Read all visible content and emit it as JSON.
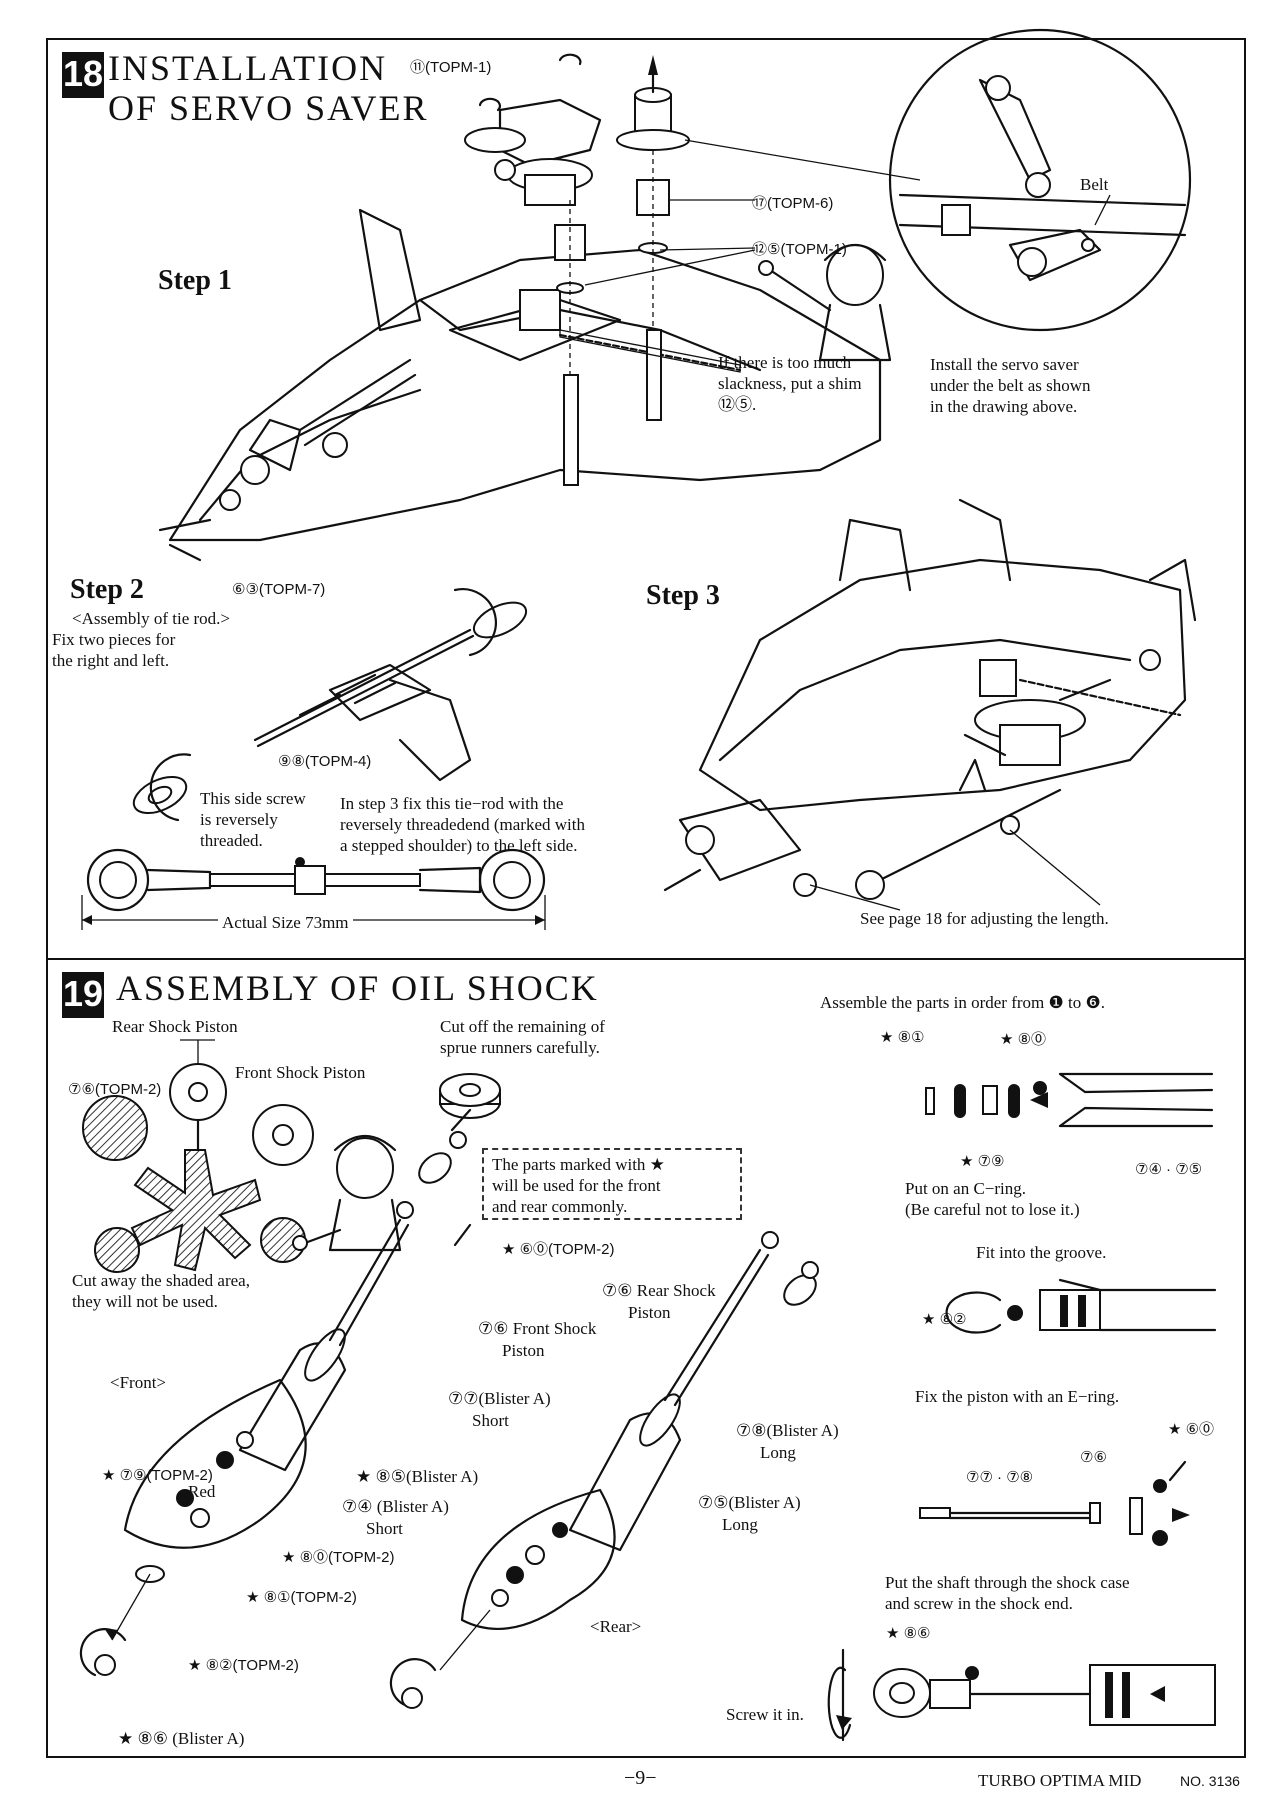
{
  "section18": {
    "number": "18",
    "title_line1": "INSTALLATION",
    "title_line2": "OF SERVO SAVER",
    "title_ref": "⑪(TOPM-1)",
    "step1": "Step 1",
    "step2": "Step 2",
    "step3": "Step 3",
    "refs": {
      "ref97": "⑰(TOPM-6)",
      "ref125": "⑫⑤(TOPM-1)",
      "ref63": "⑥③(TOPM-7)",
      "ref98": "⑨⑧(TOPM-4)"
    },
    "notes": {
      "shim_l1": "If there is too much",
      "shim_l2": "slackness, put a shim",
      "shim_l3": "⑫⑤.",
      "belt": "Belt",
      "install_l1": "Install the servo saver",
      "install_l2": "under the belt as shown",
      "install_l3": "in the drawing above.",
      "tierod_l1": "<Assembly of tie rod.>",
      "tierod_l2": "Fix two pieces for",
      "tierod_l3": "the right and left.",
      "screw_l1": "This side screw",
      "screw_l2": "is reversely",
      "screw_l3": "threaded.",
      "step3fix_l1": "In step 3 fix this tie−rod with the",
      "step3fix_l2": "reversely threadedend (marked with",
      "step3fix_l3": "a stepped shoulder)  to the left side.",
      "actual_size": "Actual Size 73mm",
      "see_page": "See page 18 for adjusting the length."
    }
  },
  "section19": {
    "number": "19",
    "title": "ASSEMBLY OF OIL SHOCK",
    "rear_shock_piston": "Rear Shock Piston",
    "front_shock_piston": "Front Shock Piston",
    "ref76": "⑦⑥(TOPM-2)",
    "cutoff_l1": "Cut off the remaining of",
    "cutoff_l2": "sprue runners carefully.",
    "marked_l1": "The parts marked with ★",
    "marked_l2": "will be used for the front",
    "marked_l3": "and rear commonly.",
    "cutaway_l1": "Cut away the shaded area,",
    "cutaway_l2": "they will not be used.",
    "front_label": "<Front>",
    "rear_label": "<Rear>",
    "labels": {
      "l60": "★ ⑥⓪(TOPM-2)",
      "l76_front_a": "⑦⑥ Front Shock",
      "l76_front_b": "Piston",
      "l76_rear_a": "⑦⑥ Rear Shock",
      "l76_rear_b": "Piston",
      "l77_a": "⑦⑦(Blister A)",
      "l77_b": "Short",
      "l78_a": "⑦⑧(Blister A)",
      "l78_b": "Long",
      "l79": "★ ⑦⑨(TOPM-2)",
      "l79_red": "Red",
      "l85": "★ ⑧⑤(Blister A)",
      "l74_a": "⑦④ (Blister A)",
      "l74_b": "Short",
      "l75_a": "⑦⑤(Blister A)",
      "l75_b": "Long",
      "l80": "★ ⑧⓪(TOPM-2)",
      "l81": "★ ⑧①(TOPM-2)",
      "l82": "★ ⑧②(TOPM-2)",
      "l86": "★ ⑧⑥ (Blister A)"
    },
    "right": {
      "assemble": "Assemble the parts in order from ❶ to ❻.",
      "r81": "★ ⑧①",
      "r80": "★ ⑧⓪",
      "r79": "★ ⑦⑨",
      "r7475": "⑦④ · ⑦⑤",
      "cring_l1": "Put on an C−ring.",
      "cring_l2": "(Be careful not to lose it.)",
      "groove": "Fit into the groove.",
      "r82": "★ ⑧②",
      "ering": "Fix the piston with an E−ring.",
      "r60": "★ ⑥⓪",
      "r76": "⑦⑥",
      "r7778": "⑦⑦ · ⑦⑧",
      "shaft_l1": "Put the shaft through the shock case",
      "shaft_l2": "and screw in the shock end.",
      "r86": "★ ⑧⑥",
      "screw_in": "Screw it in."
    }
  },
  "footer": {
    "page": "−9−",
    "model": "TURBO OPTIMA MID",
    "number_label": "NO. 3136"
  }
}
